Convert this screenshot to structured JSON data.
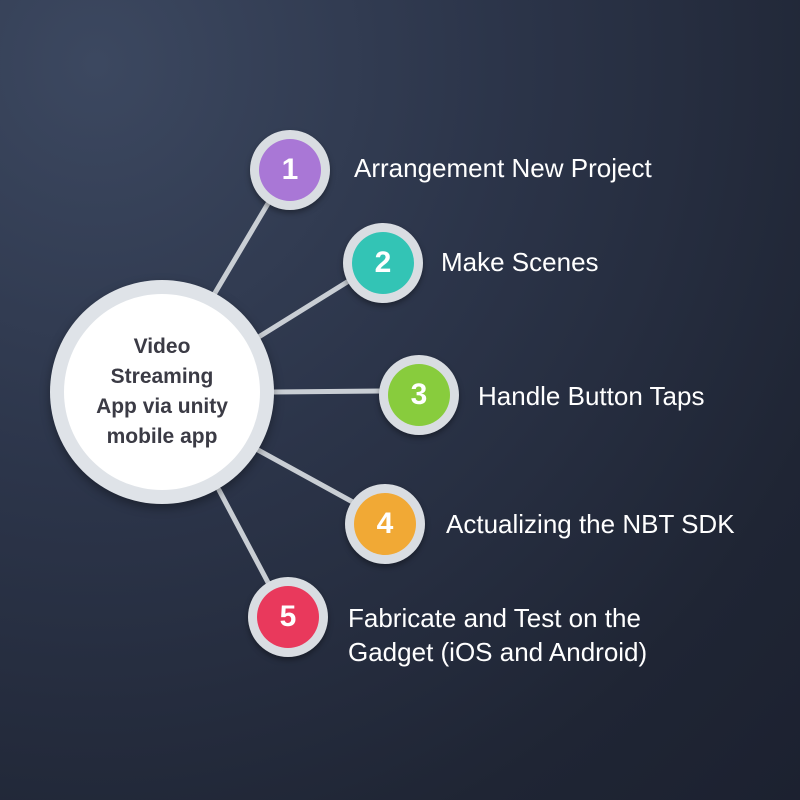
{
  "center": {
    "text_lines": [
      "Video",
      "Streaming",
      "App via unity",
      "mobile app"
    ]
  },
  "steps": [
    {
      "number": "1",
      "label_lines": [
        "Arrangement New Project"
      ],
      "color": "#a977d6"
    },
    {
      "number": "2",
      "label_lines": [
        "Make Scenes"
      ],
      "color": "#33c4b5"
    },
    {
      "number": "3",
      "label_lines": [
        "Handle Button Taps"
      ],
      "color": "#88cc3d"
    },
    {
      "number": "4",
      "label_lines": [
        "Actualizing the NBT SDK"
      ],
      "color": "#f1a935"
    },
    {
      "number": "5",
      "label_lines": [
        "Fabricate and Test on the",
        "Gadget (iOS and Android)"
      ],
      "color": "#e9395c"
    }
  ],
  "colors": {
    "connector": "#c9ced4",
    "background": "#2b3447"
  }
}
